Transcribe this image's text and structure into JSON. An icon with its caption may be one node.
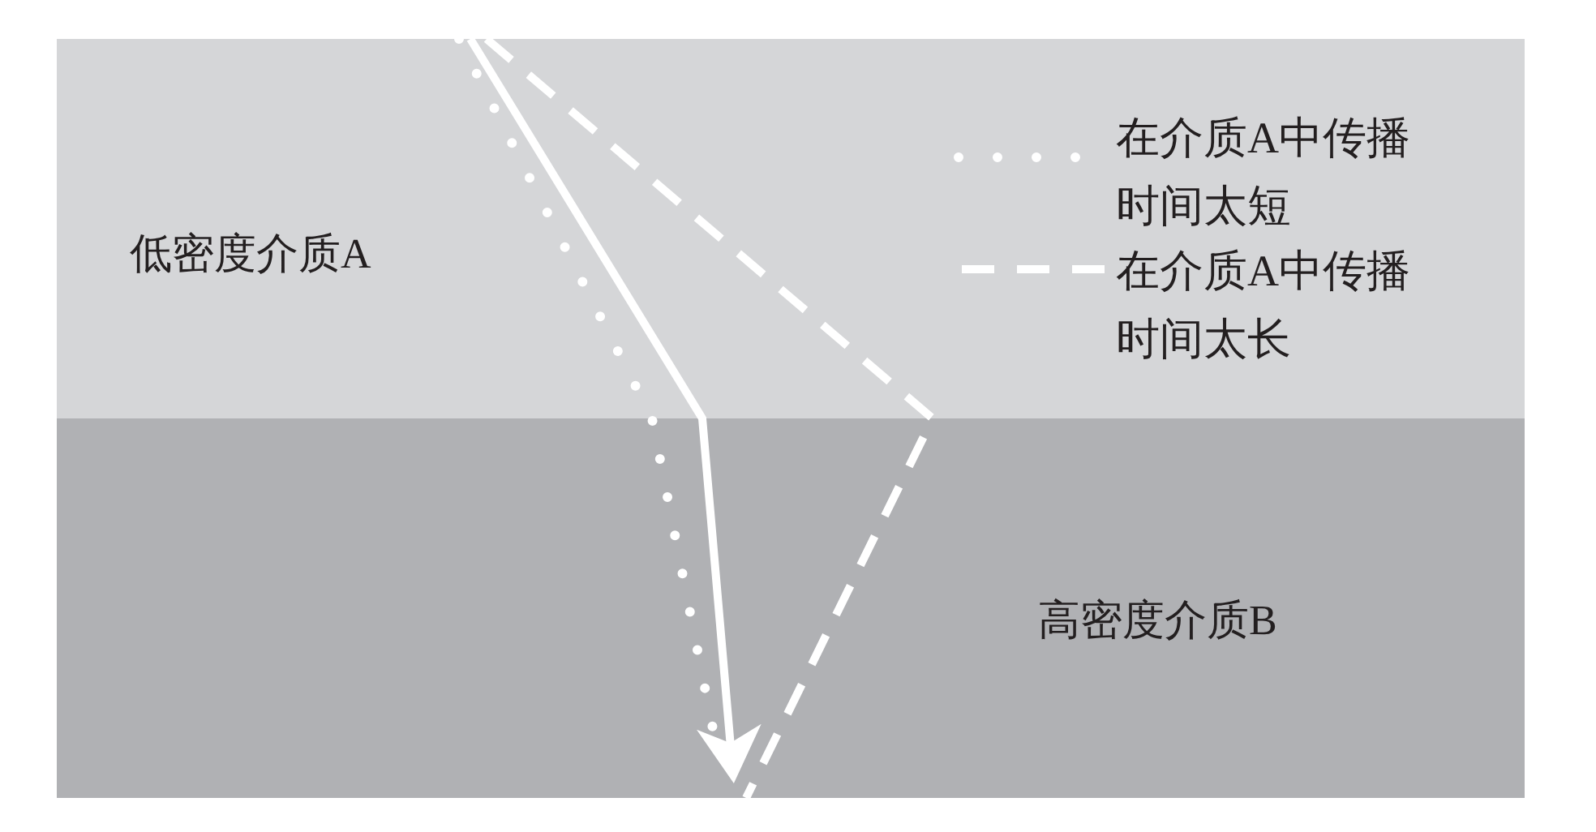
{
  "diagram": {
    "nodes": [
      {
        "text": [
          "低密度介质A"
        ]
      },
      {
        "text": [
          "高密度介质B"
        ]
      }
    ],
    "edges": [
      {
        "from": 0,
        "to": 1,
        "arrow": "none",
        "style": "dashed"
      },
      {
        "from": 0,
        "to": 1,
        "arrow": "none",
        "style": "dashed"
      },
      {
        "from": 0,
        "to": 1,
        "arrow": "to"
      }
    ],
    "legend": [
      {
        "text": "在介质A中传播时间太短"
      },
      {
        "text": "在介质A中传播时间太长"
      }
    ]
  }
}
